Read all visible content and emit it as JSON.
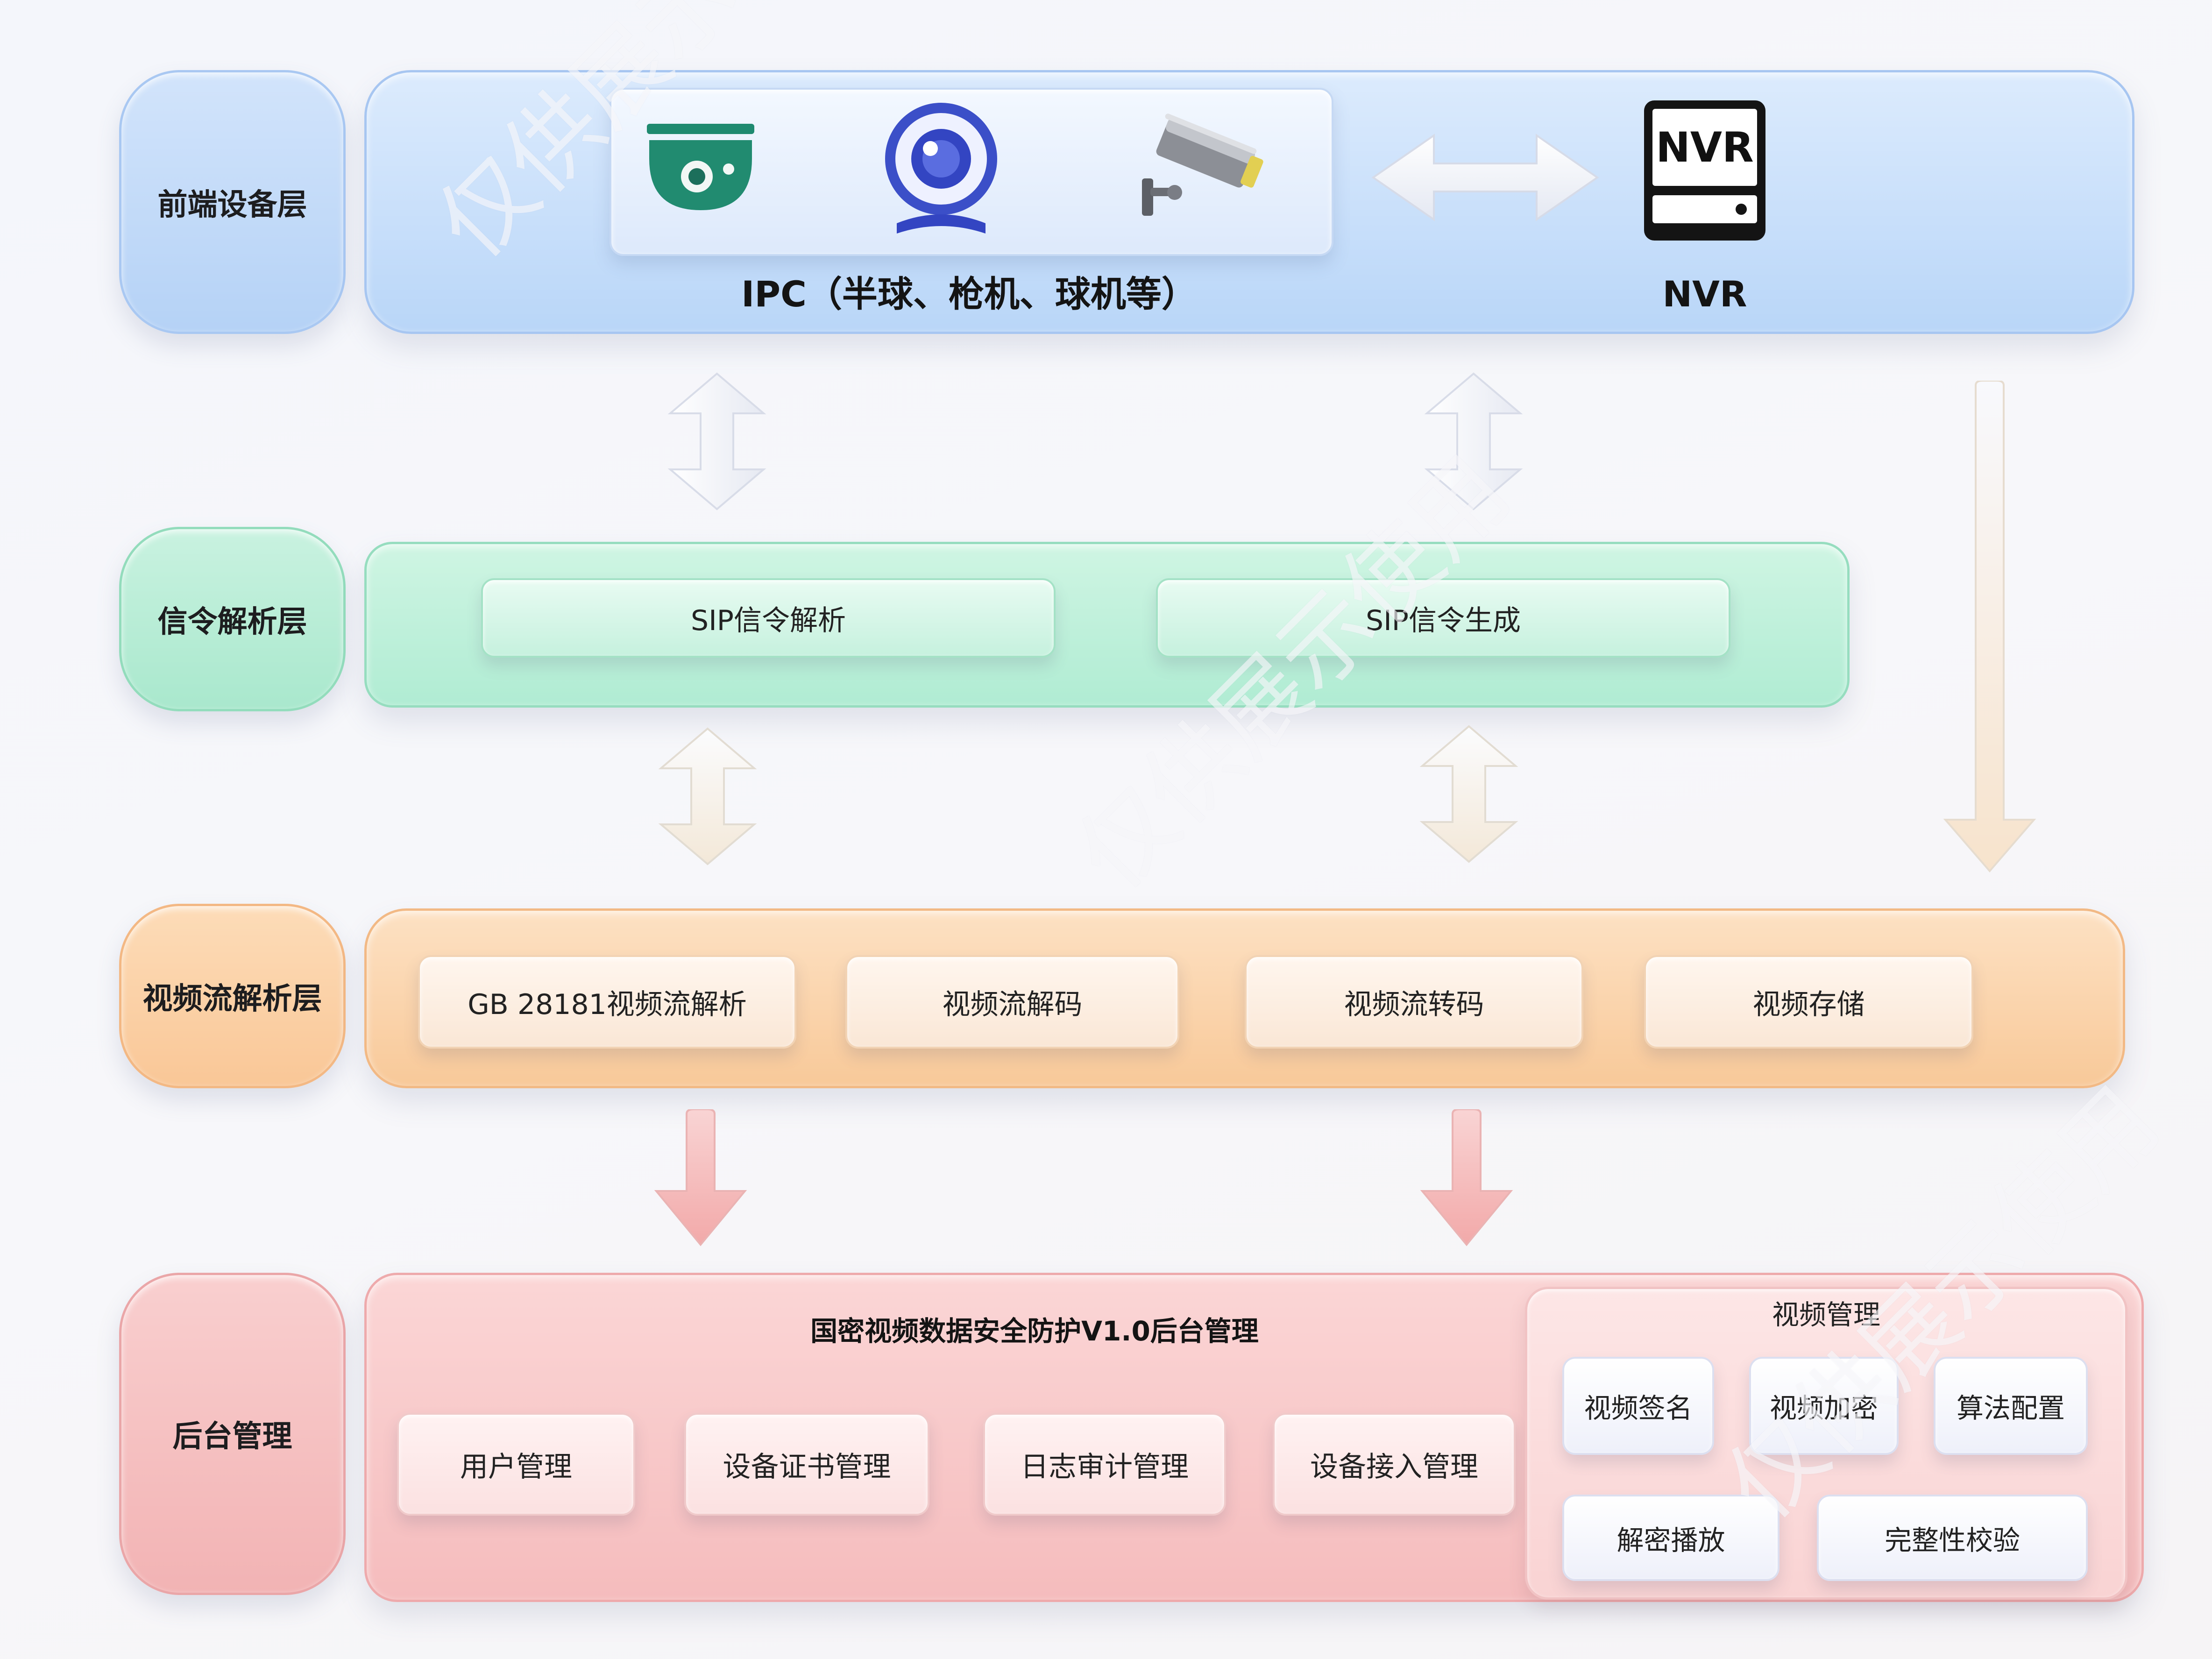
{
  "layers": {
    "front": {
      "label": "前端设备层",
      "ipc_caption": "IPC（半球、枪机、球机等）",
      "nvr_icon_text": "NVR",
      "nvr_caption": "NVR"
    },
    "signal": {
      "label": "信令解析层",
      "items": [
        "SIP信令解析",
        "SIP信令生成"
      ]
    },
    "video": {
      "label": "视频流解析层",
      "items": [
        "GB 28181视频流解析",
        "视频流解码",
        "视频流转码",
        "视频存储"
      ]
    },
    "backend": {
      "label": "后台管理",
      "title": "国密视频数据安全防护V1.0后台管理",
      "items": [
        "用户管理",
        "设备证书管理",
        "日志审计管理",
        "设备接入管理"
      ],
      "video_mgmt": {
        "title": "视频管理",
        "items": [
          "视频签名",
          "视频加密",
          "算法配置",
          "解密播放",
          "完整性校验"
        ]
      }
    }
  },
  "watermark": "仅供展示使用",
  "colors": {
    "blue": "#b9d6f8",
    "green": "#b0ecd3",
    "orange": "#f8c999",
    "pink": "#f5bcbd"
  },
  "icons": [
    "dome-camera-icon",
    "webcam-icon",
    "bullet-camera-icon",
    "double-arrow-icon",
    "nvr-icon"
  ]
}
